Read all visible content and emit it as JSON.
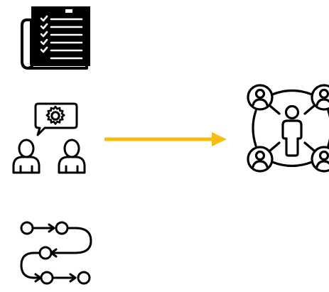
{
  "diagram": {
    "icons": [
      {
        "name": "checklist-document-icon",
        "role": "input"
      },
      {
        "name": "consultation-icon",
        "role": "input"
      },
      {
        "name": "process-flow-icon",
        "role": "input"
      },
      {
        "name": "team-network-icon",
        "role": "output"
      }
    ],
    "arrow": {
      "name": "right-arrow",
      "color": "#F5BD0E"
    },
    "colors": {
      "icon": "#000000",
      "background": "#FFFFFF",
      "accent": "#F5BD0E"
    }
  }
}
